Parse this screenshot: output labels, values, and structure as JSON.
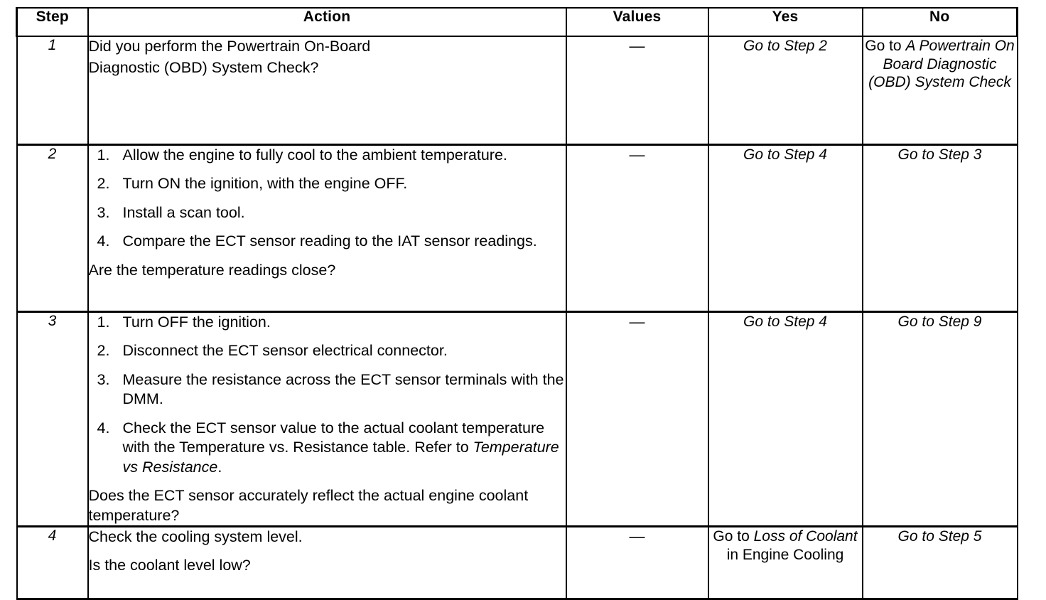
{
  "table": {
    "headers": {
      "step": "Step",
      "action": "Action",
      "values": "Values",
      "yes": "Yes",
      "no": "No"
    },
    "rows": [
      {
        "step": "1",
        "action": {
          "type": "paragraph",
          "lines": [
            "Did you perform the Powertrain On-Board",
            "Diagnostic (OBD) System Check?"
          ]
        },
        "values": "—",
        "yes": {
          "prefix": "",
          "italic": "Go to Step 2",
          "suffix": ""
        },
        "no": {
          "prefix": "Go to ",
          "italic": "A Powertrain On Board Diagnostic (OBD) System Check",
          "suffix": ""
        }
      },
      {
        "step": "2",
        "action": {
          "type": "list",
          "items": [
            {
              "num": "1.",
              "text": "Allow the engine to fully cool to the ambient temperature."
            },
            {
              "num": "2.",
              "text": "Turn ON the ignition, with the engine OFF."
            },
            {
              "num": "3.",
              "text": "Install a scan tool."
            },
            {
              "num": "4.",
              "text": "Compare the ECT sensor reading to the IAT sensor readings."
            }
          ],
          "question": "Are the temperature readings close?"
        },
        "values": "—",
        "yes": {
          "prefix": "",
          "italic": "Go to Step 4",
          "suffix": ""
        },
        "no": {
          "prefix": "",
          "italic": "Go to Step 3",
          "suffix": ""
        }
      },
      {
        "step": "3",
        "action": {
          "type": "list",
          "items": [
            {
              "num": "1.",
              "text": "Turn OFF the ignition."
            },
            {
              "num": "2.",
              "text": "Disconnect the ECT sensor electrical connector."
            },
            {
              "num": "3.",
              "text": "Measure the resistance across the ECT sensor terminals with the DMM."
            },
            {
              "num": "4.",
              "text": "Check the ECT sensor value to the actual coolant temperature with the Temperature vs. Resistance table. Refer to ",
              "italic_tail": "Temperature vs Resistance",
              "tail": "."
            }
          ],
          "question": "Does the ECT sensor accurately reflect the actual engine coolant temperature?"
        },
        "values": "—",
        "yes": {
          "prefix": "",
          "italic": "Go to Step 4",
          "suffix": ""
        },
        "no": {
          "prefix": "",
          "italic": "Go to Step 9",
          "suffix": ""
        }
      },
      {
        "step": "4",
        "action": {
          "type": "paragraph",
          "lines": [
            "Check the cooling system level.",
            "Is the coolant level low?"
          ]
        },
        "values": "—",
        "yes": {
          "prefix": "Go to ",
          "italic": "Loss of Coolant",
          "suffix": " in Engine Cooling"
        },
        "no": {
          "prefix": "",
          "italic": "Go to Step 5",
          "suffix": ""
        }
      }
    ]
  }
}
